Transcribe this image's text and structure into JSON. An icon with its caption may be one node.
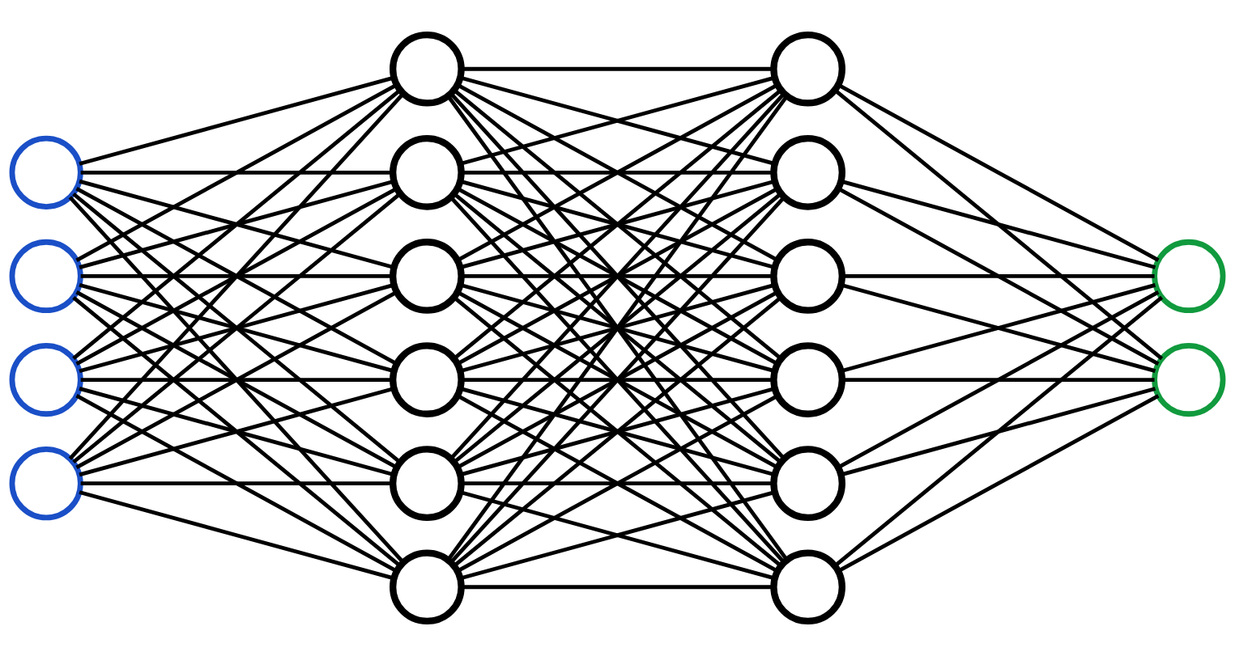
{
  "diagram": {
    "nodes": [
      {
        "text": [],
        "shape": "circle"
      },
      {
        "text": [],
        "shape": "circle"
      },
      {
        "text": [],
        "shape": "circle"
      },
      {
        "text": [],
        "shape": "circle"
      },
      {
        "text": [],
        "shape": "circle"
      },
      {
        "text": [],
        "shape": "circle"
      },
      {
        "text": [],
        "shape": "circle"
      },
      {
        "text": [],
        "shape": "circle"
      },
      {
        "text": [],
        "shape": "circle"
      },
      {
        "text": [],
        "shape": "circle"
      },
      {
        "text": [],
        "shape": "circle"
      },
      {
        "text": [],
        "shape": "circle"
      },
      {
        "text": [],
        "shape": "circle"
      },
      {
        "text": [],
        "shape": "circle"
      },
      {
        "text": [],
        "shape": "circle"
      },
      {
        "text": [],
        "shape": "circle"
      },
      {
        "text": [],
        "shape": "circle"
      },
      {
        "text": [],
        "shape": "circle"
      }
    ],
    "edges": [
      {
        "from": 0,
        "to": 4,
        "arrow": "none"
      },
      {
        "from": 0,
        "to": 5,
        "arrow": "none"
      },
      {
        "from": 0,
        "to": 6,
        "arrow": "none"
      },
      {
        "from": 0,
        "to": 7,
        "arrow": "none"
      },
      {
        "from": 0,
        "to": 8,
        "arrow": "none"
      },
      {
        "from": 0,
        "to": 9,
        "arrow": "none"
      },
      {
        "from": 1,
        "to": 4,
        "arrow": "none"
      },
      {
        "from": 1,
        "to": 5,
        "arrow": "none"
      },
      {
        "from": 1,
        "to": 6,
        "arrow": "none"
      },
      {
        "from": 1,
        "to": 7,
        "arrow": "none"
      },
      {
        "from": 1,
        "to": 8,
        "arrow": "none"
      },
      {
        "from": 1,
        "to": 9,
        "arrow": "none"
      },
      {
        "from": 2,
        "to": 4,
        "arrow": "none"
      },
      {
        "from": 2,
        "to": 5,
        "arrow": "none"
      },
      {
        "from": 2,
        "to": 6,
        "arrow": "none"
      },
      {
        "from": 2,
        "to": 7,
        "arrow": "none"
      },
      {
        "from": 2,
        "to": 8,
        "arrow": "none"
      },
      {
        "from": 2,
        "to": 9,
        "arrow": "none"
      },
      {
        "from": 3,
        "to": 4,
        "arrow": "none"
      },
      {
        "from": 3,
        "to": 5,
        "arrow": "none"
      },
      {
        "from": 3,
        "to": 6,
        "arrow": "none"
      },
      {
        "from": 3,
        "to": 7,
        "arrow": "none"
      },
      {
        "from": 3,
        "to": 8,
        "arrow": "none"
      },
      {
        "from": 3,
        "to": 9,
        "arrow": "none"
      },
      {
        "from": 4,
        "to": 10,
        "arrow": "none"
      },
      {
        "from": 4,
        "to": 11,
        "arrow": "none"
      },
      {
        "from": 4,
        "to": 12,
        "arrow": "none"
      },
      {
        "from": 4,
        "to": 13,
        "arrow": "none"
      },
      {
        "from": 4,
        "to": 14,
        "arrow": "none"
      },
      {
        "from": 4,
        "to": 15,
        "arrow": "none"
      },
      {
        "from": 5,
        "to": 10,
        "arrow": "none"
      },
      {
        "from": 5,
        "to": 11,
        "arrow": "none"
      },
      {
        "from": 5,
        "to": 12,
        "arrow": "none"
      },
      {
        "from": 5,
        "to": 13,
        "arrow": "none"
      },
      {
        "from": 5,
        "to": 14,
        "arrow": "none"
      },
      {
        "from": 5,
        "to": 15,
        "arrow": "none"
      },
      {
        "from": 6,
        "to": 10,
        "arrow": "none"
      },
      {
        "from": 6,
        "to": 11,
        "arrow": "none"
      },
      {
        "from": 6,
        "to": 12,
        "arrow": "none"
      },
      {
        "from": 6,
        "to": 13,
        "arrow": "none"
      },
      {
        "from": 6,
        "to": 14,
        "arrow": "none"
      },
      {
        "from": 6,
        "to": 15,
        "arrow": "none"
      },
      {
        "from": 7,
        "to": 10,
        "arrow": "none"
      },
      {
        "from": 7,
        "to": 11,
        "arrow": "none"
      },
      {
        "from": 7,
        "to": 12,
        "arrow": "none"
      },
      {
        "from": 7,
        "to": 13,
        "arrow": "none"
      },
      {
        "from": 7,
        "to": 14,
        "arrow": "none"
      },
      {
        "from": 7,
        "to": 15,
        "arrow": "none"
      },
      {
        "from": 8,
        "to": 10,
        "arrow": "none"
      },
      {
        "from": 8,
        "to": 11,
        "arrow": "none"
      },
      {
        "from": 8,
        "to": 12,
        "arrow": "none"
      },
      {
        "from": 8,
        "to": 13,
        "arrow": "none"
      },
      {
        "from": 8,
        "to": 14,
        "arrow": "none"
      },
      {
        "from": 8,
        "to": 15,
        "arrow": "none"
      },
      {
        "from": 9,
        "to": 10,
        "arrow": "none"
      },
      {
        "from": 9,
        "to": 11,
        "arrow": "none"
      },
      {
        "from": 9,
        "to": 12,
        "arrow": "none"
      },
      {
        "from": 9,
        "to": 13,
        "arrow": "none"
      },
      {
        "from": 9,
        "to": 14,
        "arrow": "none"
      },
      {
        "from": 9,
        "to": 15,
        "arrow": "none"
      },
      {
        "from": 10,
        "to": 16,
        "arrow": "none"
      },
      {
        "from": 10,
        "to": 17,
        "arrow": "none"
      },
      {
        "from": 11,
        "to": 16,
        "arrow": "none"
      },
      {
        "from": 11,
        "to": 17,
        "arrow": "none"
      },
      {
        "from": 12,
        "to": 16,
        "arrow": "none"
      },
      {
        "from": 12,
        "to": 17,
        "arrow": "none"
      },
      {
        "from": 13,
        "to": 16,
        "arrow": "none"
      },
      {
        "from": 13,
        "to": 17,
        "arrow": "none"
      },
      {
        "from": 14,
        "to": 16,
        "arrow": "none"
      },
      {
        "from": 14,
        "to": 17,
        "arrow": "none"
      },
      {
        "from": 15,
        "to": 16,
        "arrow": "none"
      },
      {
        "from": 15,
        "to": 17,
        "arrow": "none"
      }
    ]
  }
}
